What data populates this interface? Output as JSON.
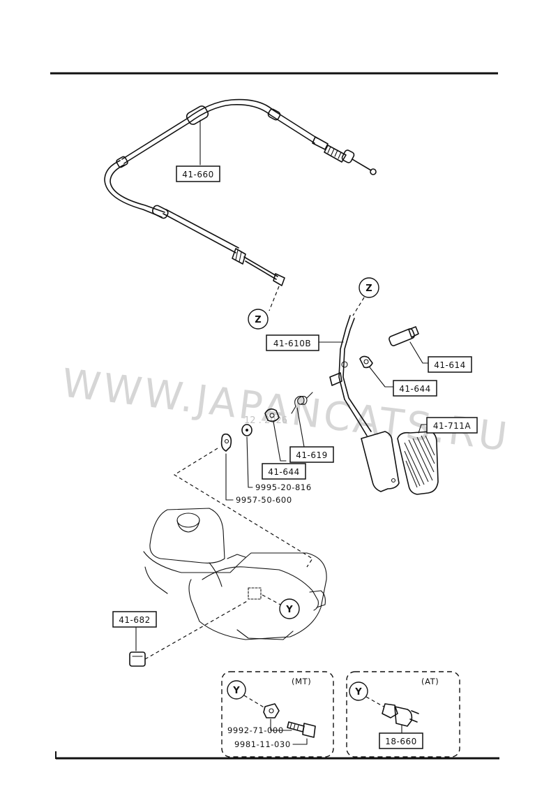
{
  "parts": {
    "cable": "41-660",
    "pedal_arm": "41-610B",
    "pivot_pin": "41-614",
    "bushing_upper": "41-644",
    "bushing_lower": "41-644",
    "return_spring": "41-619",
    "pedal_pad": "41-711A",
    "stopper": "41-682",
    "washer": "9995-20-816",
    "clip": "9957-50-600",
    "nut": "9992-71-000",
    "bolt": "9981-11-030",
    "switch_at": "18-660"
  },
  "refs": {
    "z_cable": "Z",
    "z_pedal": "Z",
    "y_body": "Y",
    "y_mt": "Y",
    "y_at": "Y"
  },
  "variants": {
    "mt": "(MT)",
    "at": "(AT)"
  },
  "watermark": {
    "text": "WWW.JAPANCATS.RU",
    "date": "12 . 2026"
  }
}
